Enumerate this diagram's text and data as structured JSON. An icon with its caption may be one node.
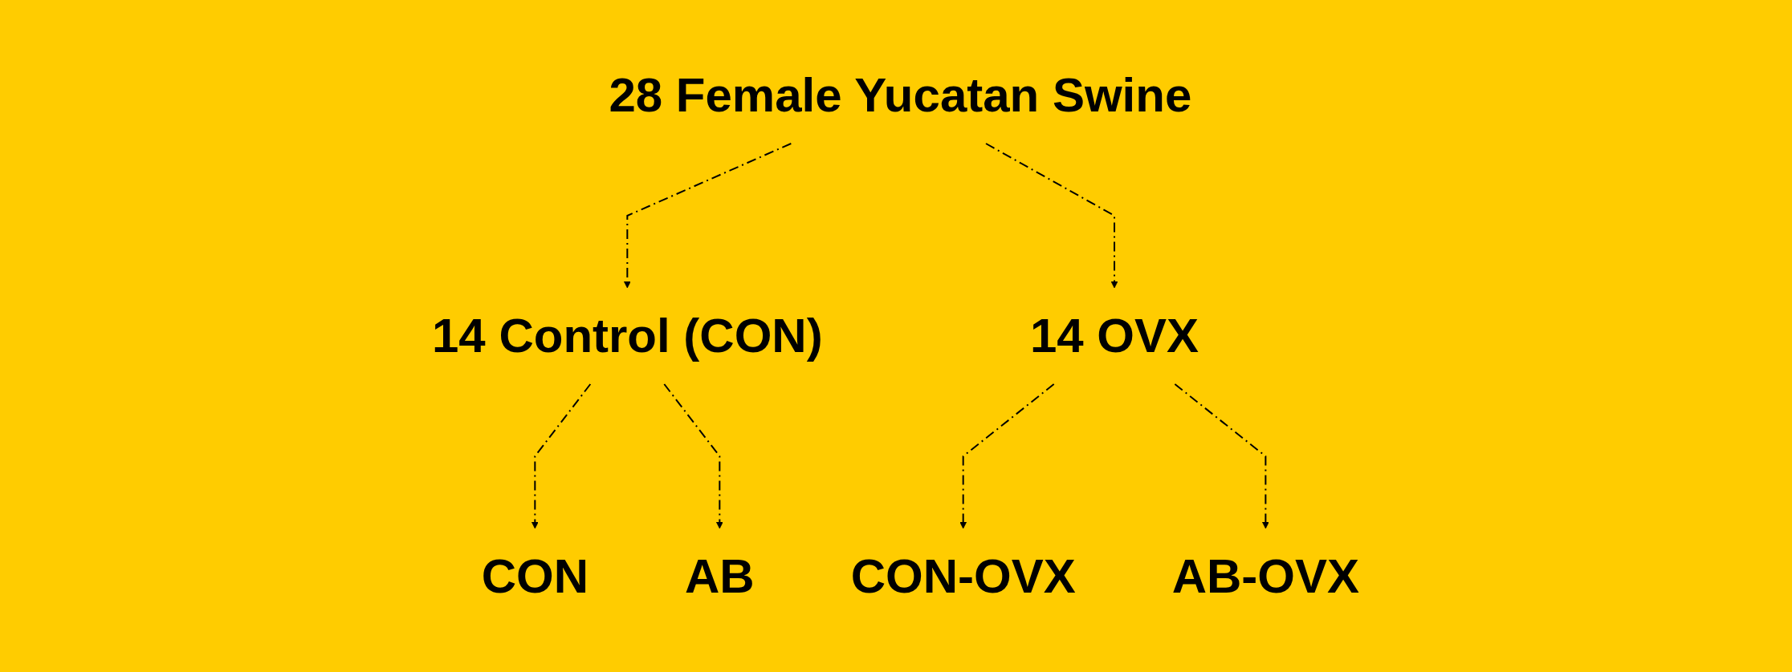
{
  "diagram": {
    "nodes": [
      {
        "text": [
          "28 Female Yucatan Swine"
        ]
      },
      {
        "text": [
          "14 Control (CON)"
        ]
      },
      {
        "text": [
          "14 OVX"
        ]
      },
      {
        "text": [
          "CON"
        ]
      },
      {
        "text": [
          "AB"
        ]
      },
      {
        "text": [
          "CON-OVX"
        ]
      },
      {
        "text": [
          "AB-OVX"
        ]
      }
    ],
    "edges": [
      {
        "from": 0,
        "to": 1,
        "arrow": "to",
        "style": "dashed"
      },
      {
        "from": 0,
        "to": 2,
        "arrow": "to",
        "style": "dashed"
      },
      {
        "from": 1,
        "to": 3,
        "arrow": "to",
        "style": "dashed"
      },
      {
        "from": 1,
        "to": 4,
        "arrow": "to",
        "style": "dashed"
      },
      {
        "from": 2,
        "to": 5,
        "arrow": "to",
        "style": "dashed"
      },
      {
        "from": 2,
        "to": 6,
        "arrow": "to",
        "style": "dashed"
      }
    ]
  }
}
